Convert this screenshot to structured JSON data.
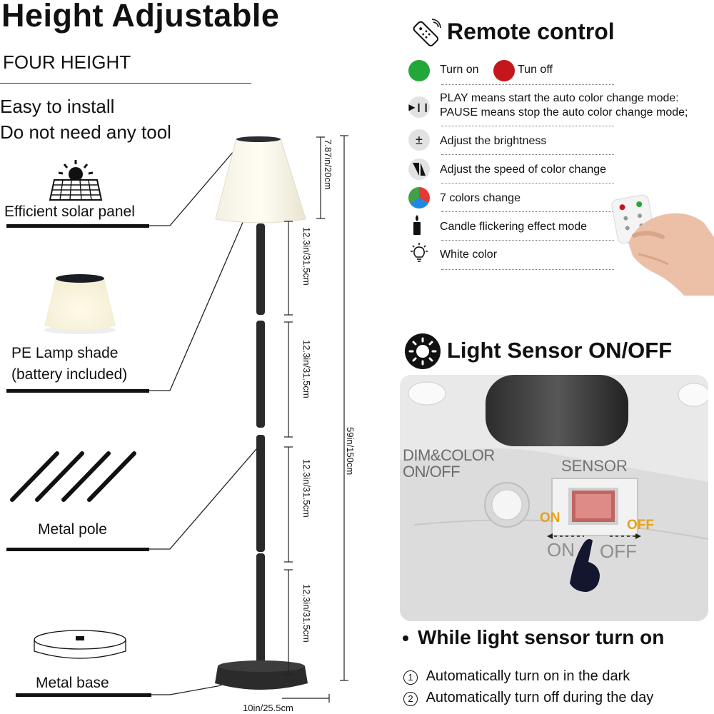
{
  "left": {
    "title": "Height Adjustable",
    "subtitle": "FOUR HEIGHT",
    "install_line1": "Easy to install",
    "install_line2": "Do not need any tool",
    "labels": {
      "solar": "Efficient solar panel",
      "shade_line1": "PE Lamp shade",
      "shade_line2": "(battery included)",
      "pole": "Metal pole",
      "base": "Metal base"
    },
    "dimensions": {
      "shade_height": "7.87in/20cm",
      "segment_1": "12.3in/31.5cm",
      "segment_2": "12.3in/31.5cm",
      "segment_3": "12.3in/31.5cm",
      "segment_4": "12.3in/31.5cm",
      "total_height": "59in/150cm",
      "base_width": "10in/25.5cm"
    }
  },
  "remote": {
    "title": "Remote control",
    "turn_on": "Turn on",
    "turn_off": "Tun off",
    "play_line1": "PLAY means start the auto color change mode:",
    "play_line2": "PAUSE means stop the auto color change mode;",
    "brightness": "Adjust the brightness",
    "speed": "Adjust the speed of color change",
    "colors": "7 colors change",
    "candle": "Candle flickering effect mode",
    "white": "White color",
    "colors_hex": {
      "on": "#22a838",
      "off": "#c4161c"
    }
  },
  "sensor": {
    "title": "Light Sensor ON/OFF",
    "dim_line1": "DIM&COLOR",
    "dim_line2": "ON/OFF",
    "sensor_label": "SENSOR",
    "on_label": "ON",
    "off_label": "OFF",
    "on_embossed": "ON",
    "off_embossed": "OFF",
    "while_heading": "While light sensor turn on",
    "step1_num": "1",
    "step1": "Automatically turn on in the dark",
    "step2_num": "2",
    "step2": "Automatically turn off during the day"
  }
}
